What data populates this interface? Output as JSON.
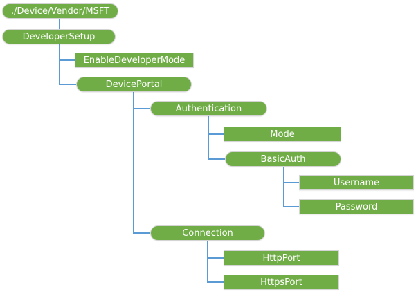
{
  "colors": {
    "node_fill": "#70AD47",
    "node_border": "#d4d4d4",
    "node_text": "#ffffff",
    "connector": "#5B9BD5",
    "background": "#ffffff"
  },
  "diagram": {
    "type": "tree",
    "nodes": [
      {
        "id": "root",
        "label": "./Device/Vendor/MSFT",
        "shape": "pill",
        "parent": null
      },
      {
        "id": "developer-setup",
        "label": "DeveloperSetup",
        "shape": "pill",
        "parent": "root"
      },
      {
        "id": "enable-developer-mode",
        "label": "EnableDeveloperMode",
        "shape": "rect",
        "parent": "developer-setup"
      },
      {
        "id": "device-portal",
        "label": "DevicePortal",
        "shape": "pill",
        "parent": "developer-setup"
      },
      {
        "id": "authentication",
        "label": "Authentication",
        "shape": "pill",
        "parent": "device-portal"
      },
      {
        "id": "mode",
        "label": "Mode",
        "shape": "rect",
        "parent": "authentication"
      },
      {
        "id": "basic-auth",
        "label": "BasicAuth",
        "shape": "pill",
        "parent": "authentication"
      },
      {
        "id": "username",
        "label": "Username",
        "shape": "rect",
        "parent": "basic-auth"
      },
      {
        "id": "password",
        "label": "Password",
        "shape": "rect",
        "parent": "basic-auth"
      },
      {
        "id": "connection",
        "label": "Connection",
        "shape": "pill",
        "parent": "device-portal"
      },
      {
        "id": "http-port",
        "label": "HttpPort",
        "shape": "rect",
        "parent": "connection"
      },
      {
        "id": "https-port",
        "label": "HttpsPort",
        "shape": "rect",
        "parent": "connection"
      }
    ]
  }
}
